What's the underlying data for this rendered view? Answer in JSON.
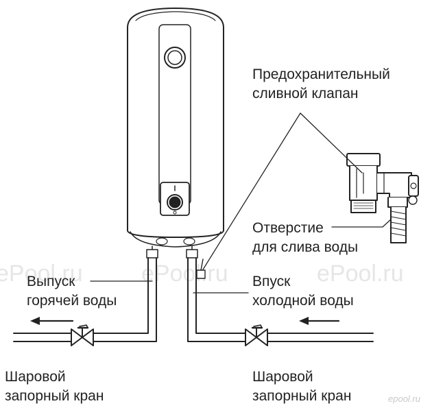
{
  "labels": {
    "safety_valve": {
      "line1": "Предохранительный",
      "line2": "сливной клапан"
    },
    "drain_hole": {
      "line1": "Отверстие",
      "line2": "для слива воды"
    },
    "hot_outlet": {
      "line1": "Выпуск",
      "line2": "горячей воды"
    },
    "cold_inlet": {
      "line1": "Впуск",
      "line2": "холодной воды"
    },
    "ball_valve_left": {
      "line1": "Шаровой",
      "line2": "запорный кран"
    },
    "ball_valve_right": {
      "line1": "Шаровой",
      "line2": "запорный кран"
    }
  },
  "watermarks": [
    "ePool.ru",
    "ePool.ru",
    "ePool.ru"
  ],
  "corner_watermark": "epool.ru",
  "colors": {
    "line": "#222222",
    "fill": "#ffffff",
    "watermark": "#e6e6e6"
  }
}
